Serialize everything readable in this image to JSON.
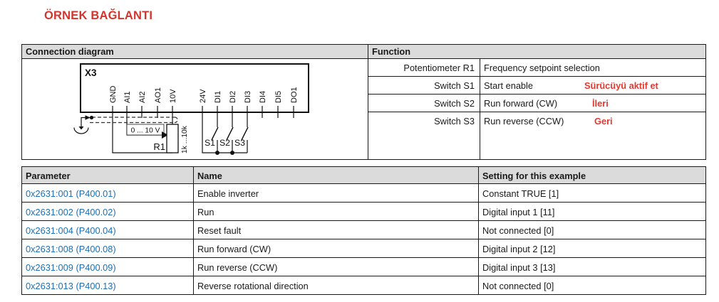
{
  "title": "ÖRNEK BAĞLANTI",
  "colors": {
    "accent_red": "#d2342e",
    "annotation_red": "#e03a33",
    "link_blue": "#1f6fb4",
    "header_gray": "#dbdbdb"
  },
  "connection_table": {
    "diagram_header": "Connection diagram",
    "function_header": "Function",
    "rows": [
      {
        "item": "Potentiometer R1",
        "function": "Frequency setpoint selection",
        "annotation": ""
      },
      {
        "item": "Switch S1",
        "function": "Start enable",
        "annotation": "Sürücüyü aktif et"
      },
      {
        "item": "Switch S2",
        "function": "Run forward (CW)",
        "annotation": "İleri"
      },
      {
        "item": "Switch S3",
        "function": "Run reverse (CCW)",
        "annotation": "Geri"
      }
    ]
  },
  "diagram": {
    "block_label": "X3",
    "terminals": [
      "GND",
      "AI1",
      "AI2",
      "AO1",
      "10V",
      "24V",
      "DI1",
      "DI2",
      "DI3",
      "DI4",
      "DI5",
      "DO1"
    ],
    "potentiometer_label": "R1",
    "potentiometer_range": "1k ...10k",
    "voltage_label": "0 ... 10 V",
    "switch_labels": [
      "S1",
      "S2",
      "S3"
    ]
  },
  "param_table": {
    "headers": [
      "Parameter",
      "Name",
      "Setting for this example"
    ],
    "rows": [
      {
        "parameter": "0x2631:001 (P400.01)",
        "name": "Enable inverter",
        "setting": "Constant TRUE [1]"
      },
      {
        "parameter": "0x2631:002 (P400.02)",
        "name": "Run",
        "setting": "Digital input 1 [11]"
      },
      {
        "parameter": "0x2631:004 (P400.04)",
        "name": "Reset fault",
        "setting": "Not connected [0]"
      },
      {
        "parameter": "0x2631:008 (P400.08)",
        "name": "Run forward (CW)",
        "setting": "Digital input 2 [12]"
      },
      {
        "parameter": "0x2631:009 (P400.09)",
        "name": "Run reverse (CCW)",
        "setting": "Digital input 3 [13]"
      },
      {
        "parameter": "0x2631:013 (P400.13)",
        "name": "Reverse rotational direction",
        "setting": "Not connected [0]"
      }
    ]
  }
}
